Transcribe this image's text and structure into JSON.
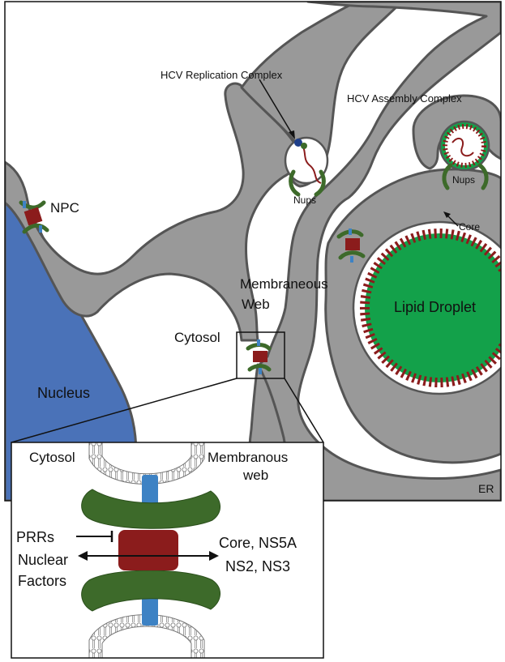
{
  "labels": {
    "npc": "NPC",
    "nucleus": "Nucleus",
    "cytosol": "Cytosol",
    "membraneous": "Membraneous",
    "web": "Web",
    "hcv_replication": "HCV Replication Complex",
    "hcv_assembly": "HCV Assembly Complex",
    "nups_1": "Nups",
    "nups_2": "Nups",
    "core": "Core",
    "lipid_droplet": "Lipid Droplet",
    "er": "ER"
  },
  "inset": {
    "cytosol": "Cytosol",
    "membranous": "Membranous",
    "web": "web",
    "prrs": "PRRs",
    "nuclear": "Nuclear",
    "factors": "Factors",
    "core_ns5a": "Core, NS5A",
    "ns2_ns3": "NS2, NS3"
  },
  "colors": {
    "membrane_gray": "#999999",
    "outline": "#555555",
    "nucleus_blue": "#4a72b8",
    "lipid_green": "#13a14a",
    "nup_green": "#3d6a2a",
    "core_red": "#8b1c1c",
    "pore_blue": "#3d82c4"
  }
}
